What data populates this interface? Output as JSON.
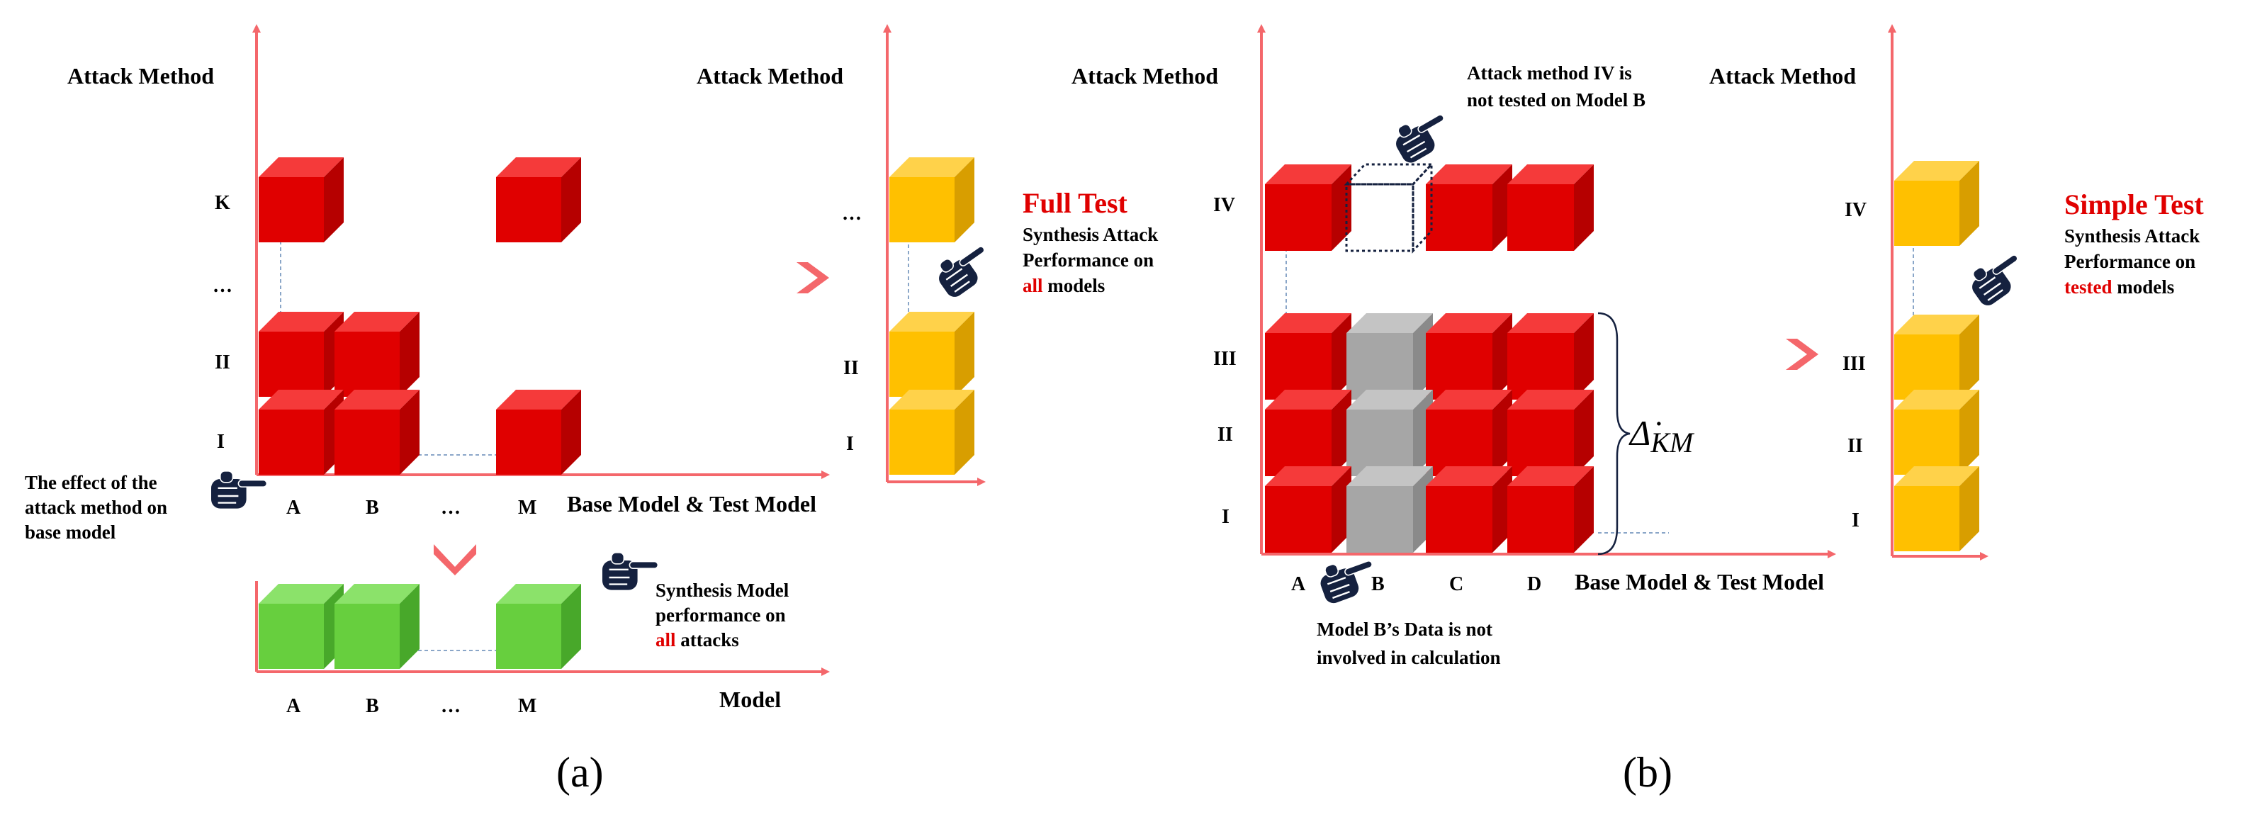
{
  "colors": {
    "axis": "#f4676b",
    "red_front": "#e00000",
    "red_top": "#f53a3a",
    "red_side": "#b60000",
    "green_front": "#67cf3e",
    "green_top": "#8be26a",
    "green_side": "#48a82a",
    "yellow_front": "#ffc000",
    "yellow_top": "#ffd24a",
    "yellow_side": "#d89e00",
    "gray_front": "#a6a6a6",
    "gray_top": "#c4c4c4",
    "gray_side": "#8a8a8a",
    "dashed": "#8aa6c8",
    "emph": "#e00000",
    "hand": "#15213f"
  },
  "panel_a": {
    "y_axis_title": "Attack Method",
    "x_axis_title": "Base Model & Test Model",
    "y_ticks": [
      "K",
      "…",
      "II",
      "I"
    ],
    "x_ticks": [
      "A",
      "B",
      "…",
      "M"
    ],
    "note_effect": [
      "The effect of the",
      "attack method on",
      "base model"
    ],
    "model_axis_title": "Model",
    "model_ticks": [
      "A",
      "B",
      "…",
      "M"
    ],
    "note_model": [
      "Synthesis Model",
      "performance on"
    ],
    "note_model_emph": "all",
    "note_model_tail": "attacks",
    "result_axis_title": "Attack Method",
    "result_ticks": [
      "…",
      "II",
      "I"
    ],
    "full_test_title": "Full Test",
    "full_test_lines": [
      "Synthesis Attack",
      "Performance on"
    ],
    "full_test_emph": "all",
    "full_test_tail": "models",
    "caption": "(a)"
  },
  "panel_b": {
    "y_axis_title": "Attack Method",
    "x_axis_title": "Base Model & Test Model",
    "y_ticks": [
      "IV",
      "III",
      "II",
      "I"
    ],
    "x_ticks": [
      "A",
      "B",
      "C",
      "D"
    ],
    "note_untested": [
      "Attack method IV is",
      "not tested on Model B"
    ],
    "note_excluded": [
      "Model B’s Data is not",
      "involved in calculation"
    ],
    "delta_symbol": "Δ̇",
    "delta_sub": "KM",
    "result_axis_title": "Attack Method",
    "result_ticks": [
      "IV",
      "III",
      "II",
      "I"
    ],
    "simple_test_title": "Simple Test",
    "simple_test_lines": [
      "Synthesis Attack",
      "Performance on"
    ],
    "simple_test_emph": "tested",
    "simple_test_tail": "models",
    "caption": "(b)"
  }
}
